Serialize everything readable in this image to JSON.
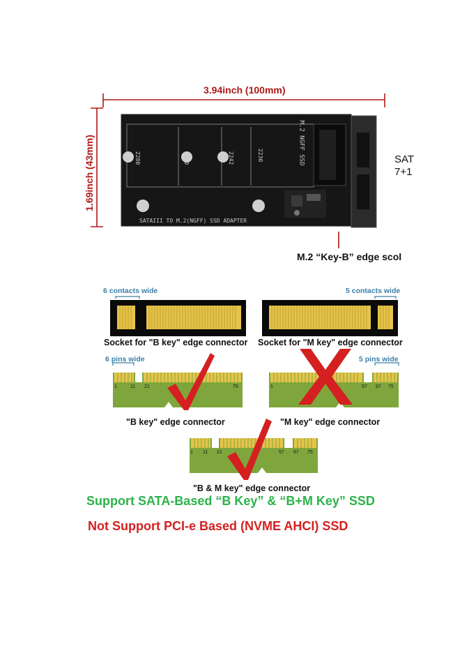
{
  "dimensions": {
    "width_label": "3.94inch (100mm)",
    "height_label": "1.69inch (43mm)"
  },
  "board": {
    "adapter_label": "SATAIII TO M.2(NGFF) SSD ADAPTER",
    "m2_label": "M.2  NGFF SSD",
    "size_marks": [
      "2280",
      "2260",
      "2242",
      "2230"
    ],
    "side_label_1": "SAT",
    "side_label_2": "7+1",
    "slot_caption": "M.2 “Key-B” edge scol"
  },
  "sockets": {
    "b_socket_caption": "Socket for \"B key\" edge connector",
    "m_socket_caption": "Socket for \"M key\" edge connector",
    "b_contacts_label": "6 contacts wide",
    "m_contacts_label": "5 contacts wide"
  },
  "connectors": {
    "b_key_caption": "\"B key\" edge connector",
    "m_key_caption": "\"M key\" edge connector",
    "bm_key_caption": "\"B & M key\" edge connector",
    "b_pins_label": "6 pins wide",
    "m_pins_label": "5 pins wide",
    "b_pin_numbers": [
      "1",
      "11",
      "21",
      "75"
    ],
    "m_pin_numbers": [
      "1",
      "57",
      "67",
      "75"
    ],
    "bm_pin_numbers": [
      "1",
      "11",
      "21",
      "57",
      "67",
      "75"
    ],
    "b_key_status": "supported",
    "m_key_status": "not supported",
    "bm_key_status": "supported"
  },
  "notes": {
    "support": "Support SATA-Based “B Key” & “B+M Key” SSD",
    "not_support": "Not Support PCI-e Based (NVME  AHCI) SSD"
  },
  "colors": {
    "dimension": "#b01818",
    "support": "#2cb34a",
    "not_support": "#d42020",
    "pcb_green": "#7fa63c",
    "gold_pin": "#e6c44a",
    "label_blue": "#3c7fa8"
  }
}
